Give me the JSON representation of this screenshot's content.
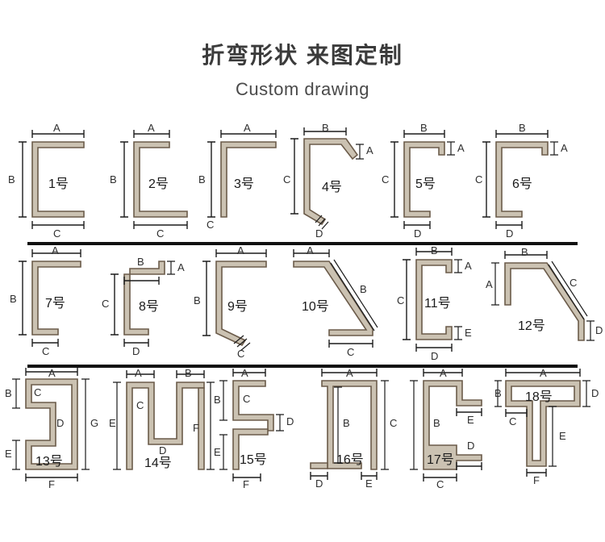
{
  "header": {
    "title_cn": "折弯形状 来图定制",
    "title_en": "Custom drawing"
  },
  "legend": {
    "dimension_letters": [
      "A",
      "B",
      "C",
      "D",
      "E",
      "F",
      "G"
    ],
    "unit_suffix": "号"
  },
  "rows": [
    {
      "row_index": 1,
      "shapes": [
        {
          "id": "1",
          "label": "1号",
          "profile": "c-channel",
          "dims": [
            "A",
            "B",
            "C"
          ]
        },
        {
          "id": "2",
          "label": "2号",
          "profile": "c-channel-uneven",
          "dims": [
            "A",
            "B",
            "C"
          ]
        },
        {
          "id": "3",
          "label": "3号",
          "profile": "z-shape",
          "dims": [
            "A",
            "B",
            "C"
          ]
        },
        {
          "id": "4",
          "label": "4号",
          "profile": "c-channel-angled-lips",
          "dims": [
            "A",
            "B",
            "C",
            "D"
          ]
        },
        {
          "id": "5",
          "label": "5号",
          "profile": "c-channel-lip",
          "dims": [
            "A",
            "B",
            "C",
            "D"
          ]
        },
        {
          "id": "6",
          "label": "6号",
          "profile": "c-channel-lip-wide",
          "dims": [
            "A",
            "B",
            "C",
            "D"
          ]
        }
      ]
    },
    {
      "row_index": 2,
      "shapes": [
        {
          "id": "7",
          "label": "7号",
          "profile": "z-shape-tall",
          "dims": [
            "A",
            "B",
            "C"
          ]
        },
        {
          "id": "8",
          "label": "8号",
          "profile": "z-shape-lip",
          "dims": [
            "A",
            "B",
            "C",
            "D"
          ]
        },
        {
          "id": "9",
          "label": "9号",
          "profile": "z-angled-foot",
          "dims": [
            "A",
            "B",
            "C"
          ]
        },
        {
          "id": "10",
          "label": "10号",
          "profile": "diagonal-z",
          "dims": [
            "A",
            "B",
            "C"
          ]
        },
        {
          "id": "11",
          "label": "11号",
          "profile": "c-channel-double-lip",
          "dims": [
            "A",
            "B",
            "C",
            "D",
            "E"
          ]
        },
        {
          "id": "12",
          "label": "12号",
          "profile": "angled-step",
          "dims": [
            "A",
            "B",
            "C",
            "D"
          ]
        }
      ]
    },
    {
      "row_index": 3,
      "shapes": [
        {
          "id": "13",
          "label": "13号",
          "profile": "notched-rect",
          "dims": [
            "A",
            "B",
            "C",
            "D",
            "E",
            "F",
            "G"
          ]
        },
        {
          "id": "14",
          "label": "14号",
          "profile": "w-shape",
          "dims": [
            "A",
            "B",
            "C",
            "D",
            "E",
            "F"
          ]
        },
        {
          "id": "15",
          "label": "15号",
          "profile": "double-fold",
          "dims": [
            "A",
            "B",
            "C",
            "D",
            "E",
            "F"
          ]
        },
        {
          "id": "16",
          "label": "16号",
          "profile": "hat-section",
          "dims": [
            "A",
            "B",
            "C",
            "D",
            "E"
          ]
        },
        {
          "id": "17",
          "label": "17号",
          "profile": "c-with-flanges",
          "dims": [
            "A",
            "B",
            "C",
            "D",
            "E"
          ]
        },
        {
          "id": "18",
          "label": "18号",
          "profile": "t-section",
          "dims": [
            "A",
            "B",
            "C",
            "D",
            "E",
            "F"
          ]
        }
      ]
    }
  ],
  "colors": {
    "metal_fill": "#cbc2b2",
    "metal_stroke": "#6b5b4a",
    "dimension_line": "#1c1c1c",
    "rule": "#111111",
    "background": "#ffffff",
    "title": "#3b3b3b"
  }
}
